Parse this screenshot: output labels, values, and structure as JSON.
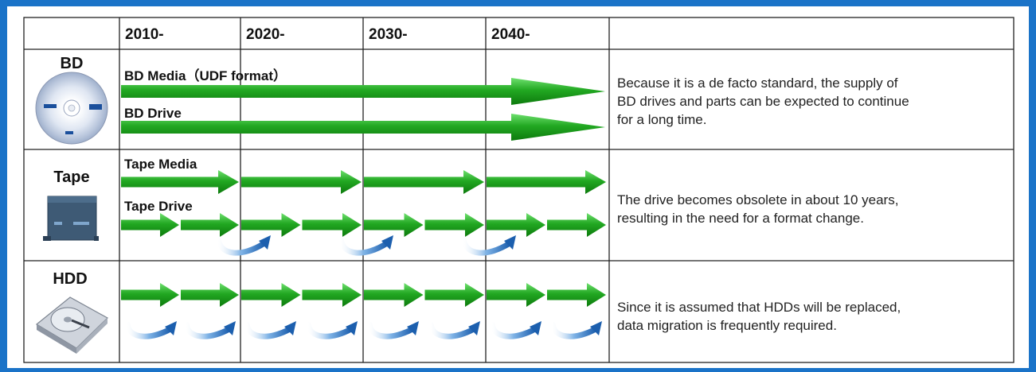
{
  "header": {
    "decades": [
      "2010-",
      "2020-",
      "2030-",
      "2040-"
    ]
  },
  "rows": [
    {
      "category": "BD",
      "icon": "blu-ray-disc-icon",
      "track_labels": [
        "BD Media（UDF format）",
        "BD Drive"
      ],
      "description": [
        "Because it is a de facto standard, the supply of",
        "BD drives and parts can be expected to continue",
        "for a long time."
      ]
    },
    {
      "category": "Tape",
      "icon": "tape-cartridge-icon",
      "track_labels": [
        "Tape Media",
        "Tape Drive"
      ],
      "description": [
        "The drive becomes obsolete in about 10 years,",
        "resulting in the need for a format change."
      ]
    },
    {
      "category": "HDD",
      "icon": "hard-disk-drive-icon",
      "track_labels": [],
      "description": [
        "Since it is assumed that HDDs will be replaced,",
        "data migration is frequently required."
      ]
    }
  ],
  "colors": {
    "frame": "#1a73c8",
    "arrow_green": "#1f9a1f",
    "arrow_green_light": "#5cd65c",
    "migration_blue": "#2b6cb8",
    "grid": "#222222"
  }
}
